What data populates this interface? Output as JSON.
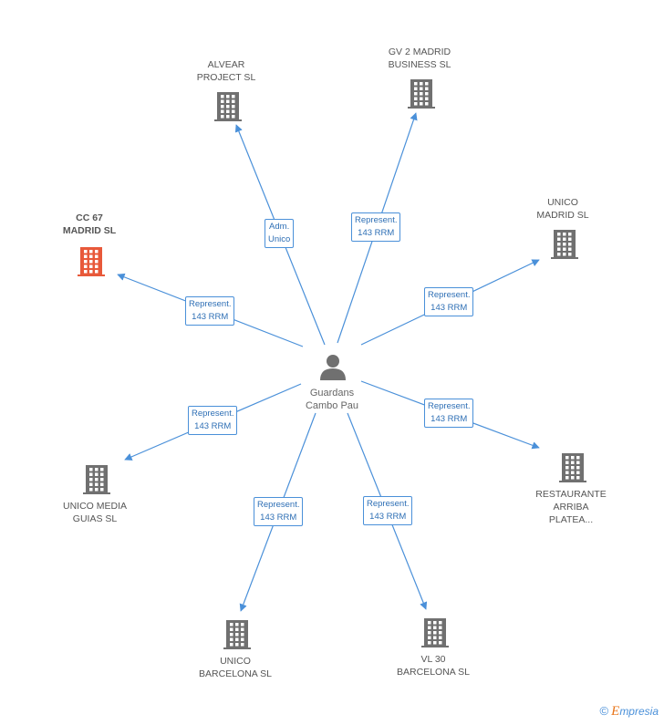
{
  "center": {
    "name": "Guardans\nCambo Pau",
    "icon": "person-icon"
  },
  "nodes": [
    {
      "id": "alvear",
      "label": "ALVEAR\nPROJECT  SL",
      "icon": "building-icon",
      "highlight": false
    },
    {
      "id": "gv2",
      "label": "GV 2 MADRID\nBUSINESS  SL",
      "icon": "building-icon",
      "highlight": false
    },
    {
      "id": "unico-madrid",
      "label": "UNICO\nMADRID  SL",
      "icon": "building-icon",
      "highlight": false
    },
    {
      "id": "cc67",
      "label": "CC 67\nMADRID SL",
      "icon": "building-icon",
      "highlight": true
    },
    {
      "id": "restaurante",
      "label": "RESTAURANTE\nARRIBA\nPLATEA...",
      "icon": "building-icon",
      "highlight": false
    },
    {
      "id": "unico-media",
      "label": "UNICO MEDIA\nGUIAS  SL",
      "icon": "building-icon",
      "highlight": false
    },
    {
      "id": "unico-bcn",
      "label": "UNICO\nBARCELONA  SL",
      "icon": "building-icon",
      "highlight": false
    },
    {
      "id": "vl30",
      "label": "VL 30\nBARCELONA SL",
      "icon": "building-icon",
      "highlight": false
    }
  ],
  "edges": [
    {
      "to": "alvear",
      "label": "Adm.\nUnico"
    },
    {
      "to": "gv2",
      "label": "Represent.\n143 RRM"
    },
    {
      "to": "unico-madrid",
      "label": "Represent.\n143 RRM"
    },
    {
      "to": "cc67",
      "label": "Represent.\n143 RRM"
    },
    {
      "to": "restaurante",
      "label": "Represent.\n143 RRM"
    },
    {
      "to": "unico-media",
      "label": "Represent.\n143 RRM"
    },
    {
      "to": "unico-bcn",
      "label": "Represent.\n143 RRM"
    },
    {
      "to": "vl30",
      "label": "Represent.\n143 RRM"
    }
  ],
  "colors": {
    "edge": "#4a90d9",
    "building": "#707070",
    "highlight": "#e8593a",
    "person": "#707070"
  },
  "brand": {
    "copyright": "©",
    "name_first": "E",
    "name_rest": "mpresia"
  }
}
